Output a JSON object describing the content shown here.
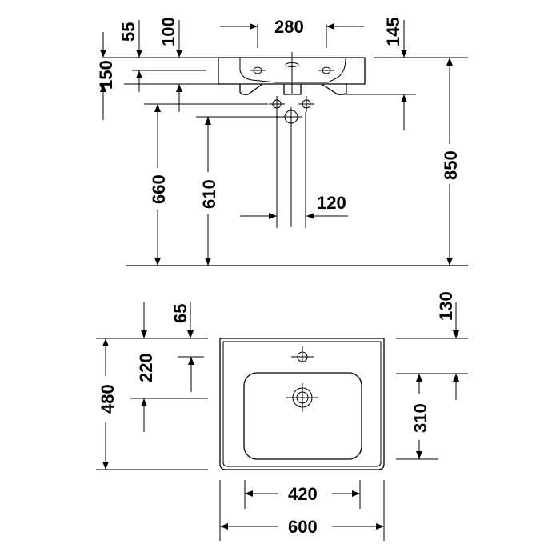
{
  "drawing": {
    "side_view": {
      "dim_55": "55",
      "dim_100": "100",
      "dim_150": "150",
      "dim_280": "280",
      "dim_145": "145",
      "dim_850": "850",
      "dim_660": "660",
      "dim_610": "610",
      "dim_120": "120"
    },
    "top_view": {
      "dim_65": "65",
      "dim_220": "220",
      "dim_480": "480",
      "dim_130": "130",
      "dim_310": "310",
      "dim_420": "420",
      "dim_600": "600"
    }
  }
}
